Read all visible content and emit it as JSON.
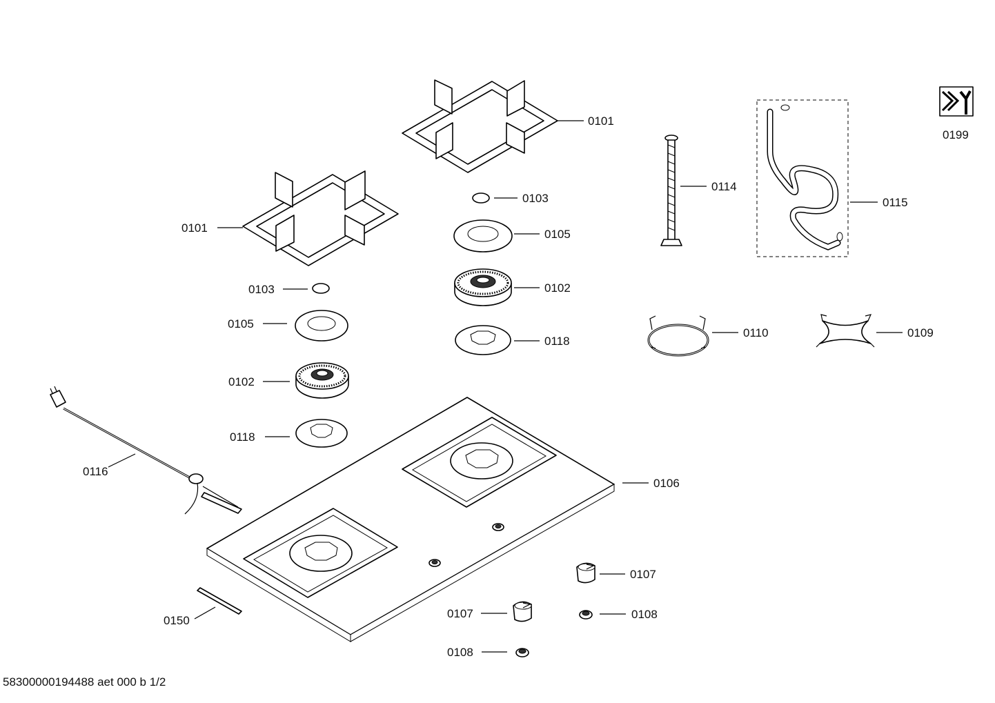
{
  "labels": {
    "grate_right": "0101",
    "grate_left": "0101",
    "cap_right": "0103",
    "cap_left": "0103",
    "spreader_ring_right": "0105",
    "spreader_ring_left": "0105",
    "burner_right": "0102",
    "burner_left": "0102",
    "burner_plate_right": "0118",
    "burner_plate_left": "0118",
    "hose_connector": "0114",
    "gas_hose": "0115",
    "wok_ring": "0110",
    "simmer_ring": "0109",
    "power_cord": "0116",
    "hob_top": "0106",
    "knob_right": "0107",
    "knob_left": "0107",
    "knob_bezel_right": "0108",
    "knob_bezel_left": "0108",
    "seal_strip": "0150",
    "accessory_pack": "0199"
  },
  "document_number": "58300000194488 aet 000 b 1/2"
}
